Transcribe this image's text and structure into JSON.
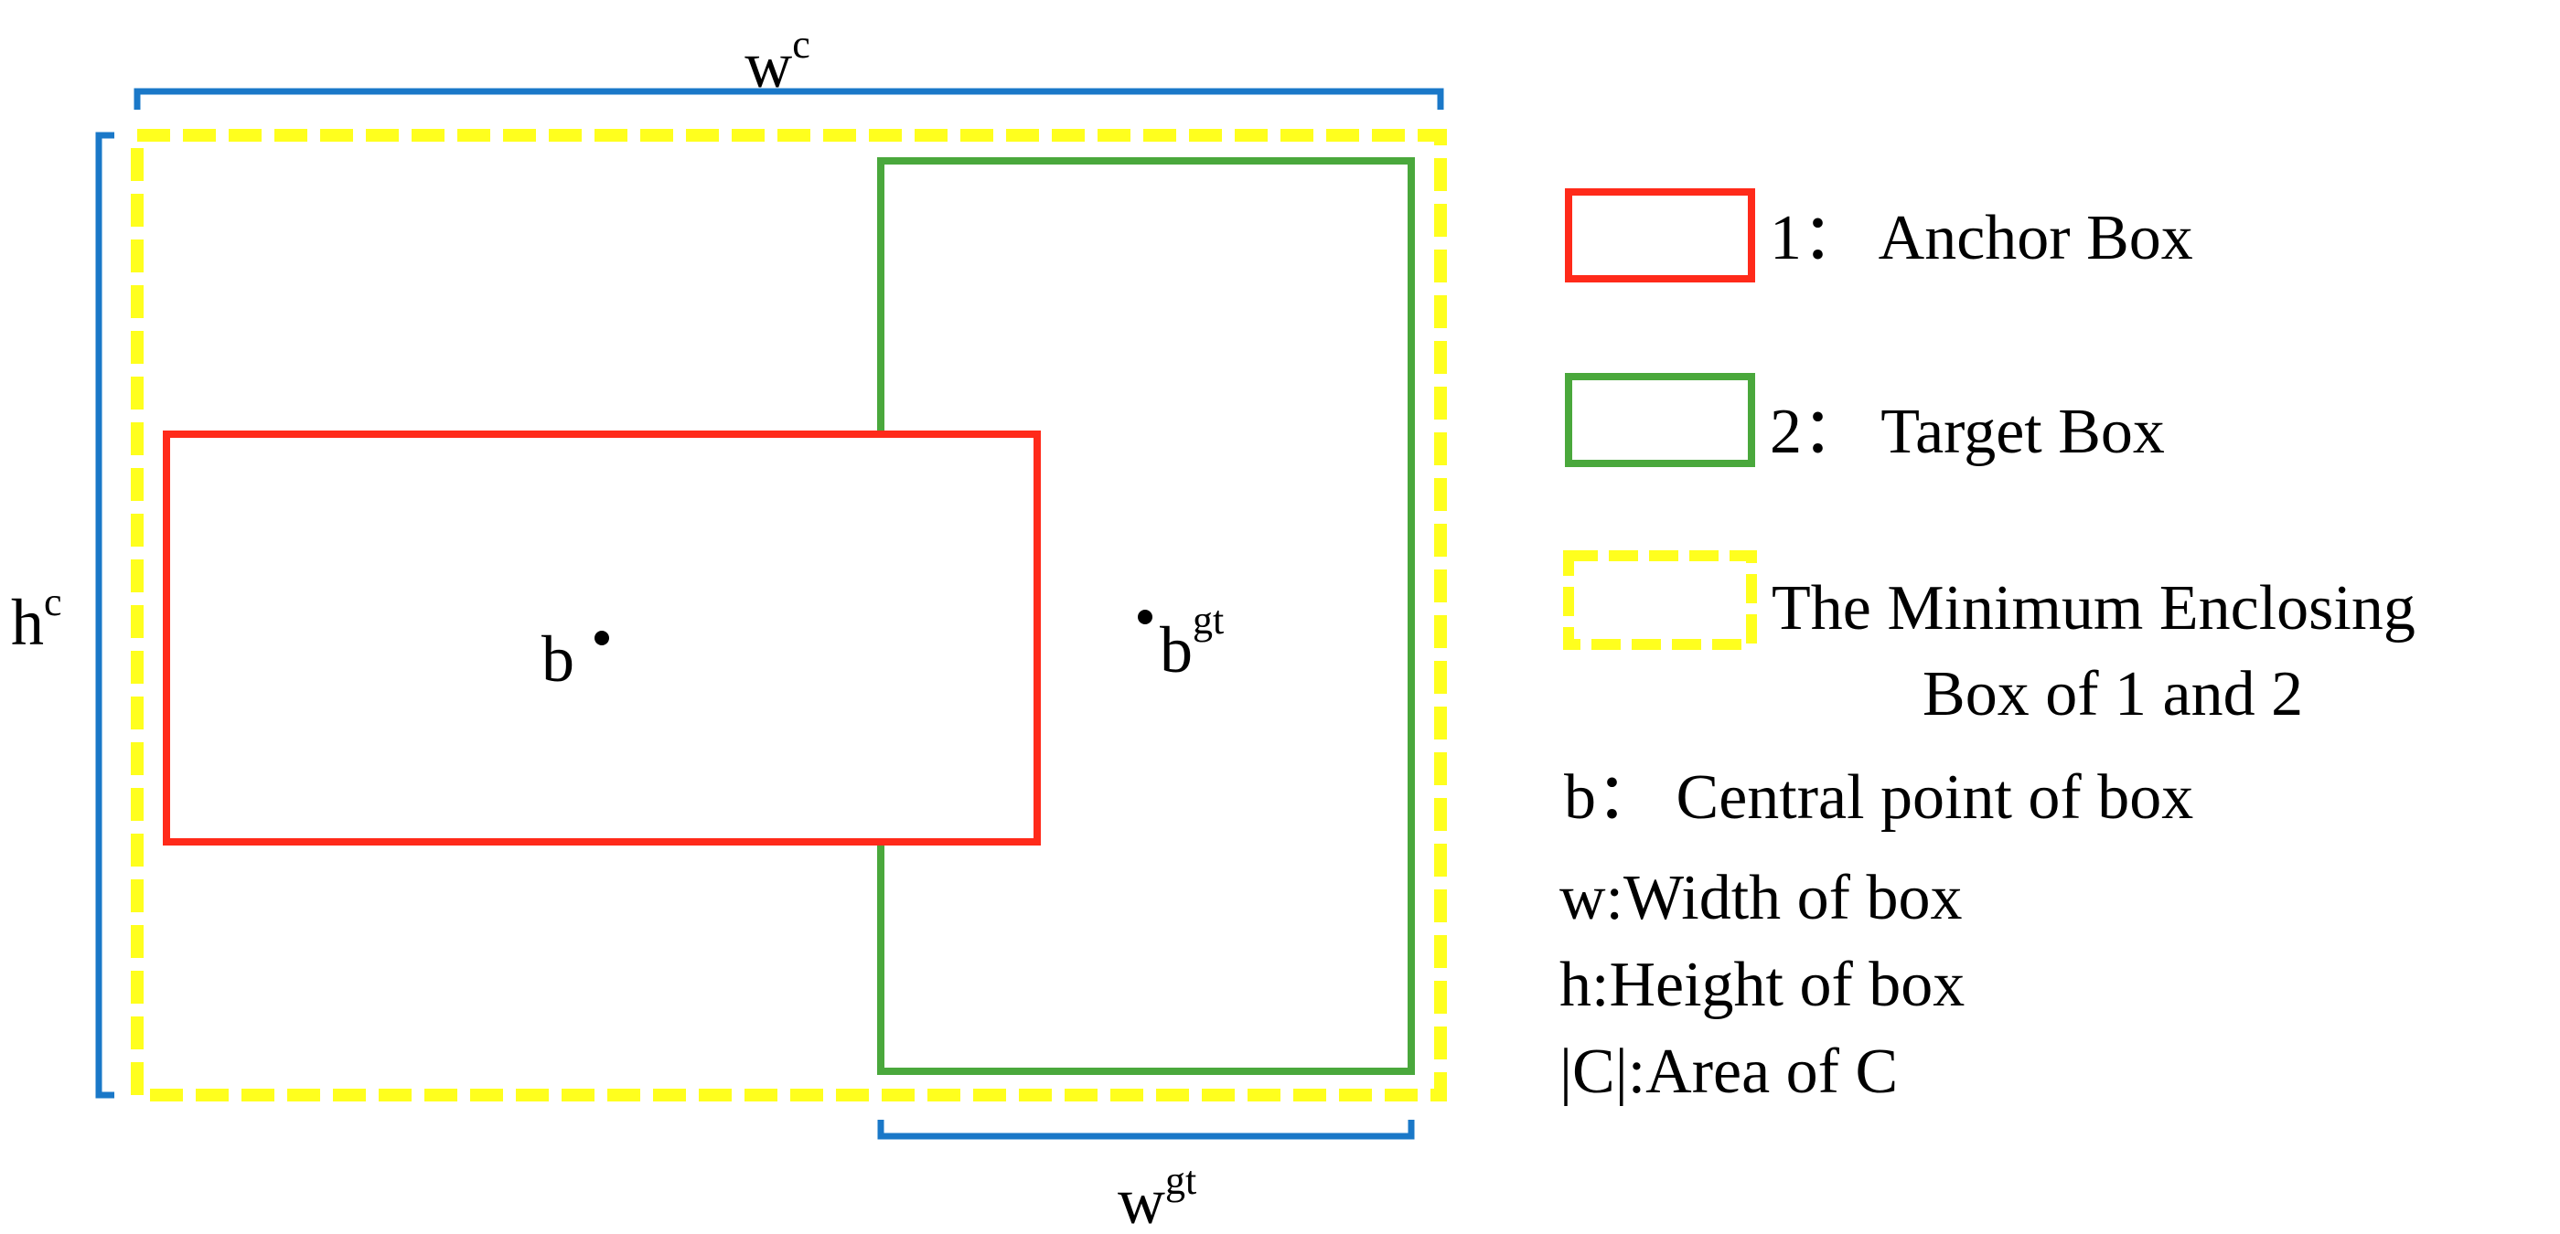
{
  "colors": {
    "anchor_box": "#ff2a1a",
    "target_box": "#4aa83c",
    "enclosing_box": "#ffff1e",
    "bracket": "#1a78c8",
    "text": "#000000"
  },
  "diagram": {
    "width_c_label": {
      "base": "w",
      "sup": "c"
    },
    "height_c_label": {
      "base": "h",
      "sup": "c"
    },
    "width_gt_label": {
      "base": "w",
      "sup": "gt"
    },
    "anchor_center_label": "b",
    "target_center_label": {
      "base": "b",
      "sup": "gt"
    }
  },
  "legend": {
    "anchor": {
      "label": "1： Anchor Box"
    },
    "target": {
      "label": "2： Target Box"
    },
    "enclosing": {
      "line1": "The Minimum Enclosing",
      "line2": "Box of 1 and 2"
    },
    "definitions": [
      "b： Central point of box",
      "w:Width of box",
      "h:Height of box",
      "|C|:Area of C"
    ]
  }
}
